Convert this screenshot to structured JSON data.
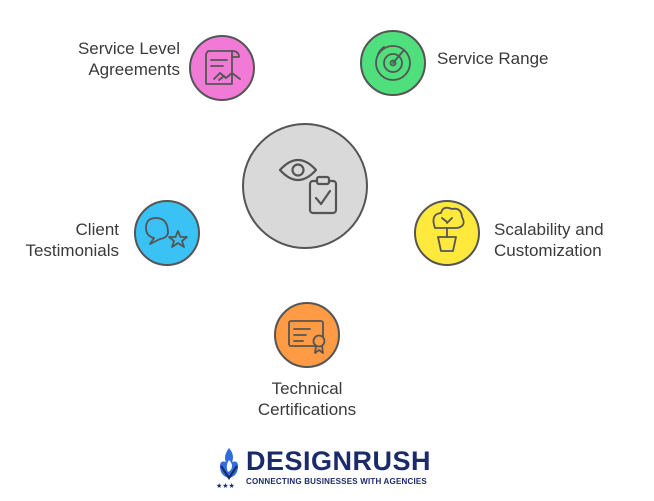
{
  "center": {
    "icon": "eye-clipboard-icon",
    "color": "#d9d9d9"
  },
  "nodes": [
    {
      "id": "sla",
      "label_lines": [
        "Service Level",
        "Agreements"
      ],
      "color": "#f07ad6",
      "icon": "contract-handshake-icon"
    },
    {
      "id": "range",
      "label_lines": [
        "Service Range"
      ],
      "color": "#4fe07d",
      "icon": "radar-target-icon"
    },
    {
      "id": "scalability",
      "label_lines": [
        "Scalability and",
        "Customization"
      ],
      "color": "#ffe93d",
      "icon": "potted-tree-icon"
    },
    {
      "id": "certifications",
      "label_lines": [
        "Technical",
        "Certifications"
      ],
      "color": "#ff9a45",
      "icon": "certificate-icon"
    },
    {
      "id": "testimonials",
      "label_lines": [
        "Client",
        "Testimonials"
      ],
      "color": "#3bc2f5",
      "icon": "chat-star-icon"
    }
  ],
  "brand": {
    "name": "DESIGNRUSH",
    "tagline": "CONNECTING BUSINESSES WITH AGENCIES",
    "color": "#1b2a6b",
    "accent": "#2f6ddc",
    "logo": "designrush-flame-logo"
  }
}
